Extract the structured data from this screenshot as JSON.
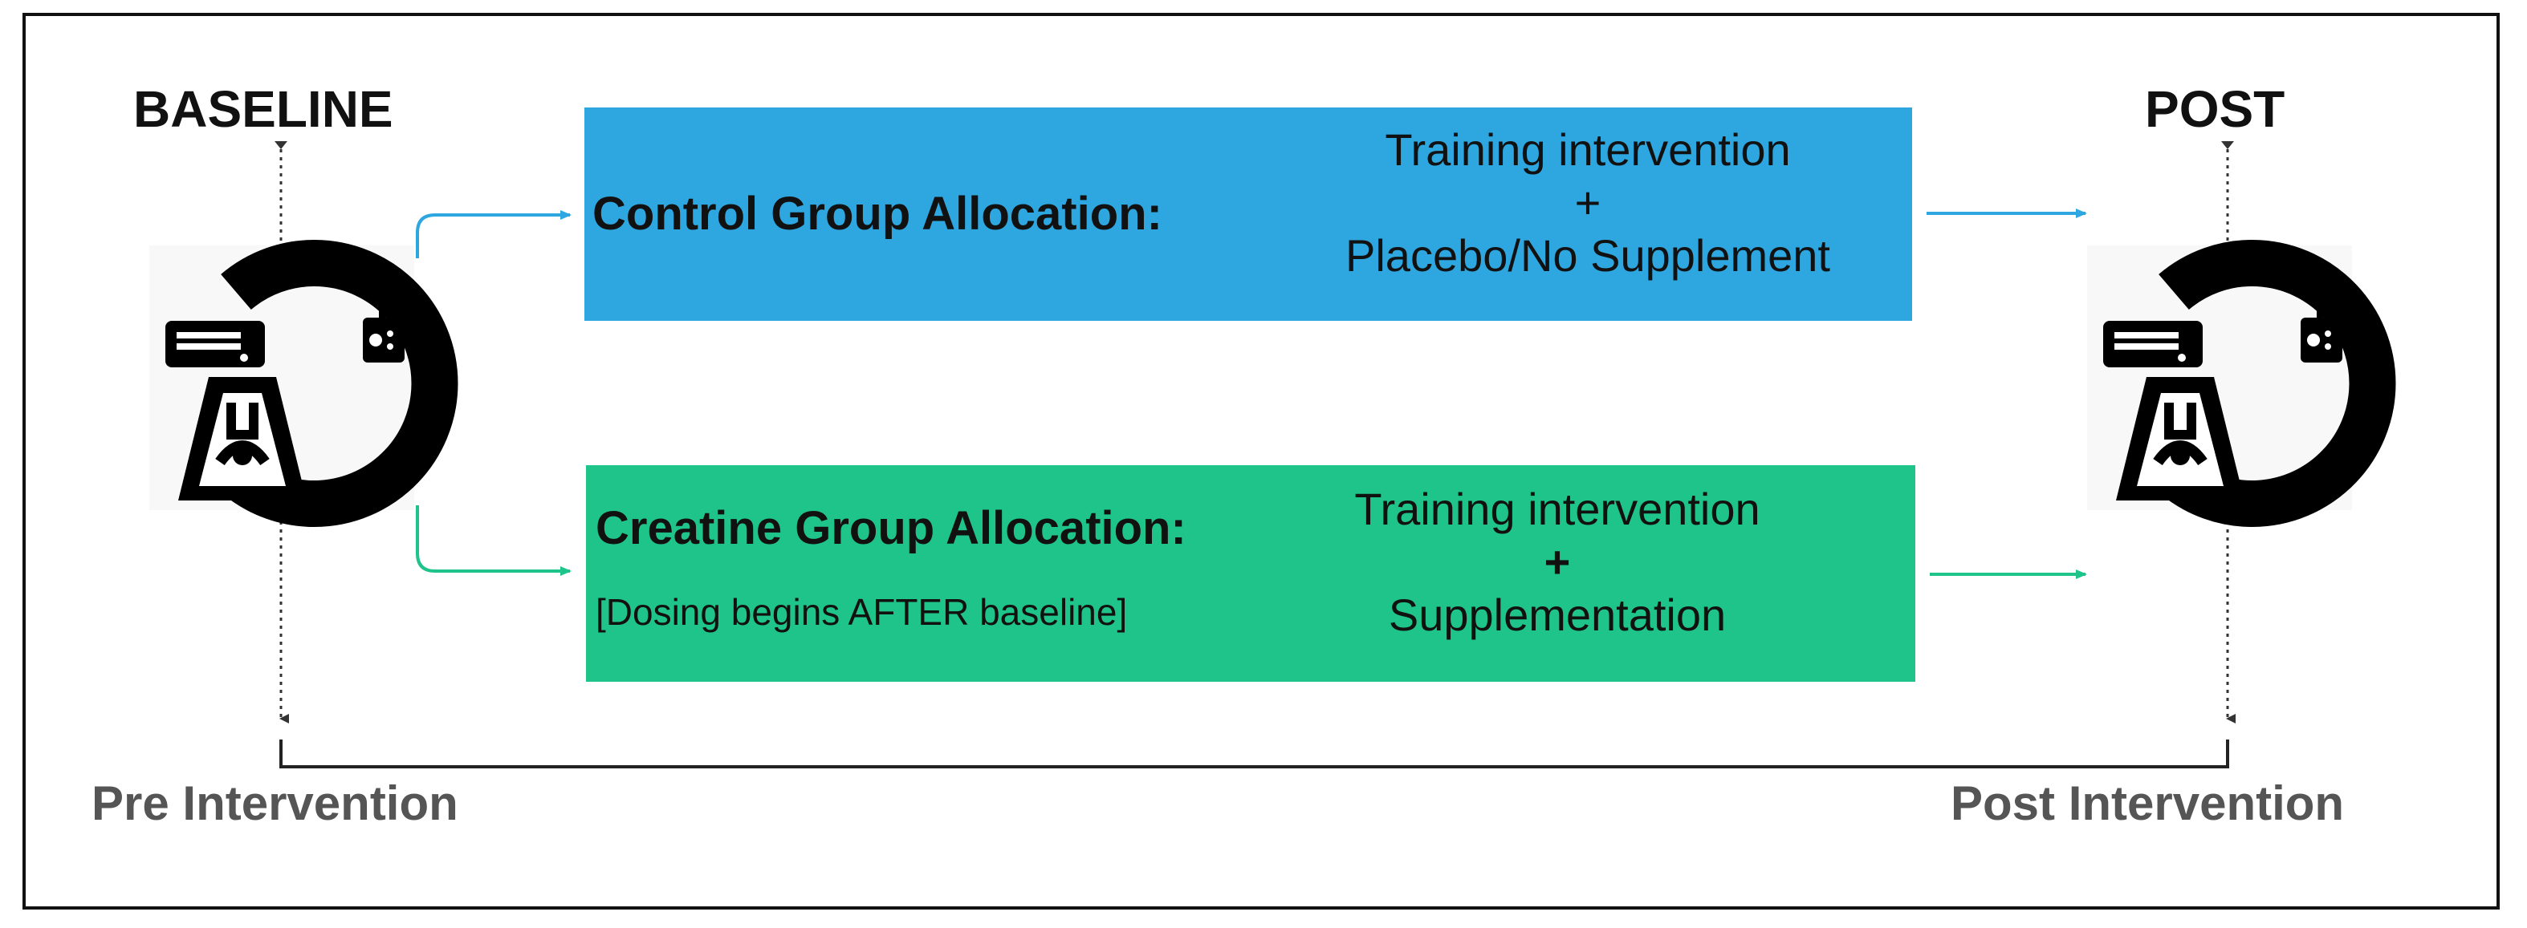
{
  "labels": {
    "baseline": "BASELINE",
    "post": "POST",
    "pre_intervention": "Pre Intervention",
    "post_intervention": "Post Intervention"
  },
  "control": {
    "title": "Control Group Allocation:",
    "line1": "Training intervention",
    "line2": "+",
    "line3": "Placebo/No Supplement",
    "color": "#2ea6df"
  },
  "creatine": {
    "title": "Creatine Group Allocation:",
    "note": "[Dosing begins AFTER baseline]",
    "line1": "Training intervention",
    "line2": "+",
    "line3": "Supplementation",
    "color": "#1fc48a"
  },
  "icons": {
    "left_scanner": "mri-scanner-icon",
    "right_scanner": "mri-scanner-icon"
  }
}
